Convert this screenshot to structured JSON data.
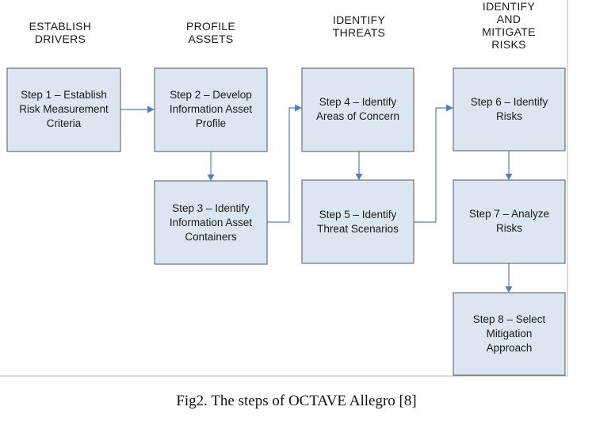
{
  "phases": [
    {
      "lines": [
        "ESTABLISH",
        "DRIVERS"
      ]
    },
    {
      "lines": [
        "PROFILE",
        "ASSETS"
      ]
    },
    {
      "lines": [
        "IDENTIFY",
        "THREATS"
      ]
    },
    {
      "lines": [
        "IDENTIFY",
        "AND",
        "MITIGATE",
        "RISKS"
      ]
    }
  ],
  "steps": [
    {
      "lines": [
        "Step 1 – Establish",
        "Risk Measurement",
        "Criteria"
      ]
    },
    {
      "lines": [
        "Step 2 – Develop",
        "Information Asset",
        "Profile"
      ]
    },
    {
      "lines": [
        "Step 3 – Identify",
        "Information Asset",
        "Containers"
      ]
    },
    {
      "lines": [
        "Step 4 – Identify",
        "Areas of Concern"
      ]
    },
    {
      "lines": [
        "Step 5 – Identify",
        "Threat Scenarios"
      ]
    },
    {
      "lines": [
        "Step 6 – Identify",
        "Risks"
      ]
    },
    {
      "lines": [
        "Step 7 – Analyze",
        "Risks"
      ]
    },
    {
      "lines": [
        "Step 8 – Select",
        "Mitigation",
        "Approach"
      ]
    }
  ],
  "caption": "Fig2. The steps of OCTAVE Allegro [8]",
  "colors": {
    "box_fill": "#dce6f2",
    "box_border": "#555555",
    "connector": "#4f81bd"
  }
}
